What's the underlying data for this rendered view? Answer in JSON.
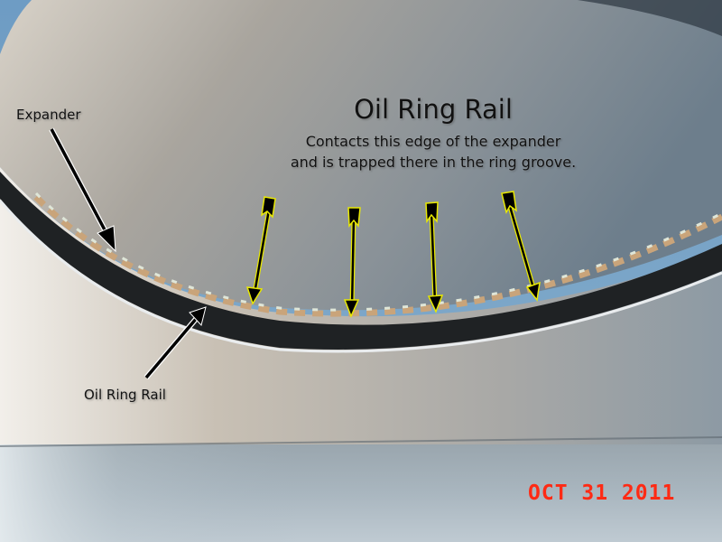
{
  "image": {
    "subject": "Engine piston oil ring assembly sitting in a metal block groove",
    "title": "Oil Ring Rail",
    "description_lines": [
      "Contacts this edge of the expander",
      "and is trapped there in the ring groove."
    ],
    "callouts": [
      {
        "label": "Expander",
        "arrow_color": "#000000"
      },
      {
        "label": "Oil Ring Rail",
        "arrow_color": "#000000"
      }
    ],
    "yellow_arrows_count": 4,
    "yellow_arrow_outline": "#e8e800",
    "date_stamp": "OCT 31 2011",
    "date_stamp_color": "#ff2a14"
  }
}
